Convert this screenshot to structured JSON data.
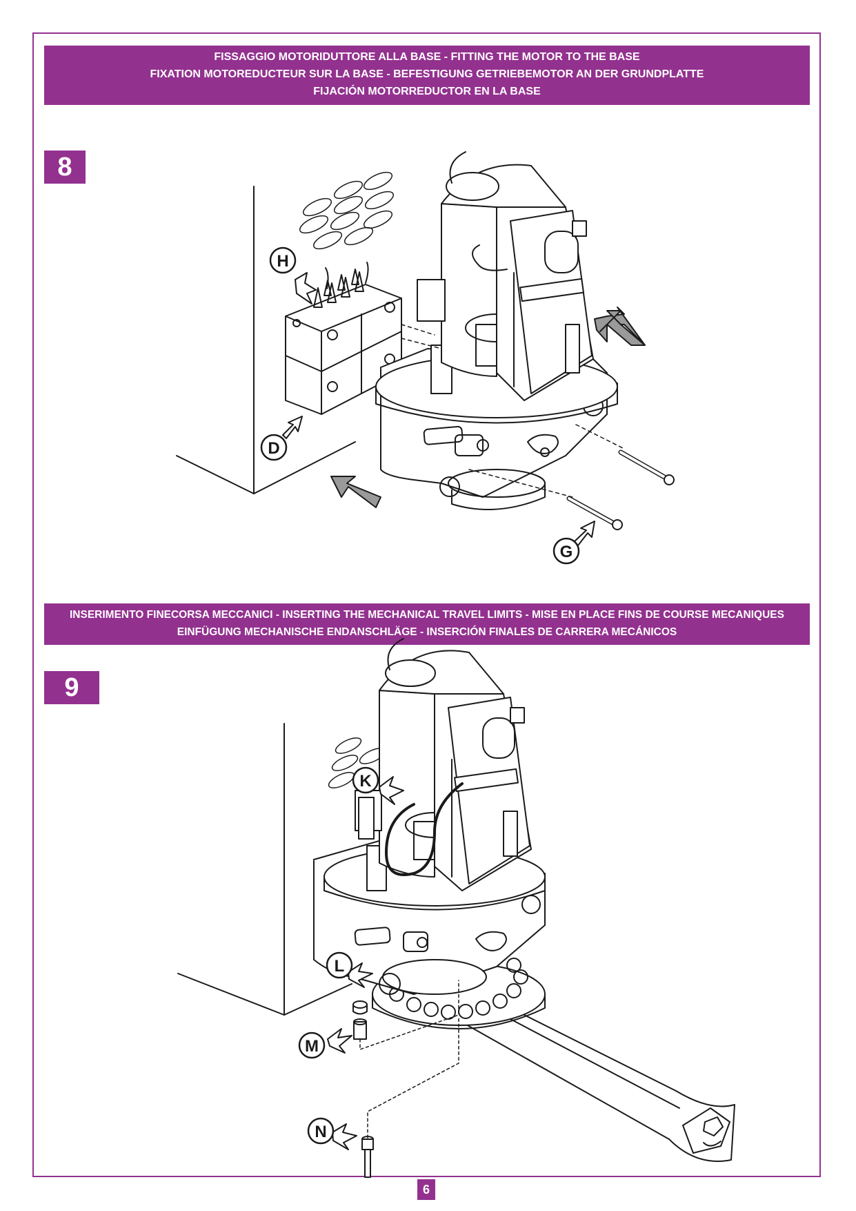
{
  "section1": {
    "lines": [
      "FISSAGGIO MOTORIDUTTORE ALLA BASE - FITTING THE MOTOR TO THE BASE",
      "FIXATION MOTOREDUCTEUR SUR LA BASE - BEFESTIGUNG GETRIEBEMOTOR AN DER GRUNDPLATTE",
      "FIJACIÓN MOTORREDUCTOR EN LA BASE"
    ],
    "step": "8",
    "labels": {
      "h": "H",
      "d": "D",
      "g": "G"
    }
  },
  "section2": {
    "lines": [
      "INSERIMENTO FINECORSA MECCANICI - INSERTING THE MECHANICAL TRAVEL LIMITS - MISE EN PLACE FINS DE COURSE MECANIQUES",
      "EINFÜGUNG MECHANISCHE ENDANSCHLÄGE - INSERCIÓN FINALES DE CARRERA MECÁNICOS"
    ],
    "step": "9",
    "labels": {
      "k": "K",
      "l": "L",
      "m": "M",
      "n": "N"
    }
  },
  "page_number": "6",
  "colors": {
    "accent": "#93318f",
    "line": "#1a1a1a",
    "arrow_fill": "#9a9a9a"
  }
}
